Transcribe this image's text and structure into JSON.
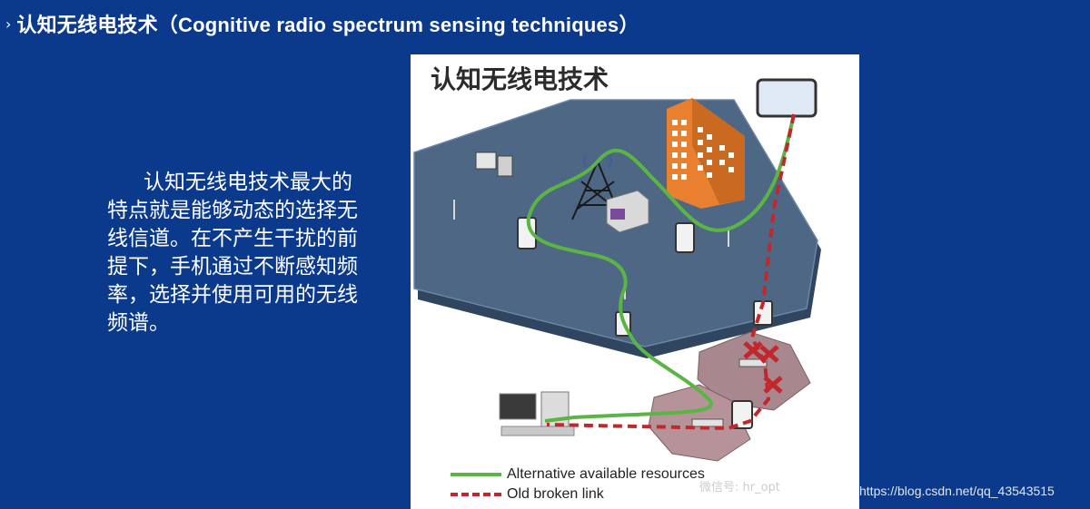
{
  "header": {
    "bullet": "›",
    "title": "认知无线电技术（Cognitive radio spectrum sensing techniques）"
  },
  "body": {
    "paragraph": "认知无线电技术最大的特点就是能够动态的选择无线信道。在不产生干扰的前提下，手机通过不断感知频率，选择并使用可用的无线频谱。"
  },
  "figure": {
    "title": "认知无线电技术",
    "legend": [
      {
        "label": "Alternative available resources",
        "color": "#5bb545",
        "style": "solid"
      },
      {
        "label": "Old broken link",
        "color": "#c0282e",
        "style": "dashed"
      }
    ]
  },
  "watermarks": {
    "wechat": "微信号: hr_opt",
    "url": "https://blog.csdn.net/qq_43543515"
  },
  "colors": {
    "background": "#0b3a8c",
    "platform": "#4d6784",
    "building": "#e8802f",
    "green_link": "#5bb545",
    "red_link": "#c0282e"
  }
}
